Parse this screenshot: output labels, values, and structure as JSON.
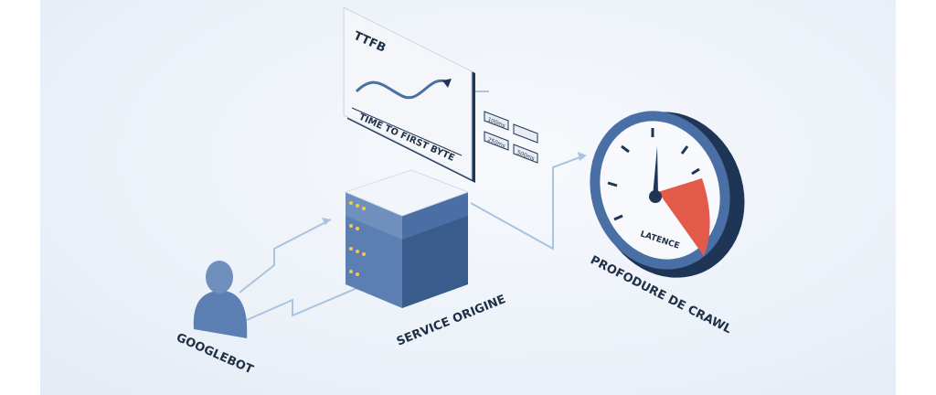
{
  "ttfb_panel": {
    "title": "TTFB",
    "subtitle": "TIME TO FIRST BYTE"
  },
  "timing_tiles": [
    "100ms",
    "250ms",
    "500ms"
  ],
  "labels": {
    "googlebot": "GOOGLEBOT",
    "server": "SERVICE ORIGINE",
    "gauge": "LATENCE",
    "crawl_depth": "PROFODURE DE CRAWL"
  },
  "colors": {
    "accent_blue": "#4a6fa5",
    "dark_navy": "#1f3555",
    "danger_red": "#e45a4a",
    "line_blue": "#a9c3e0"
  }
}
